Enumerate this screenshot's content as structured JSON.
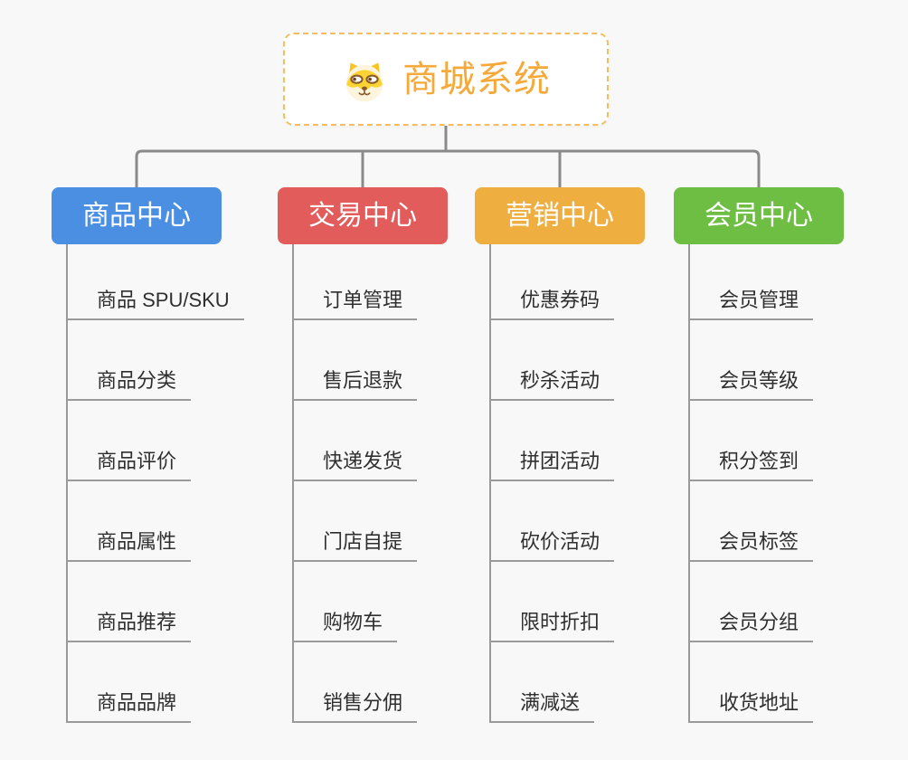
{
  "root": {
    "title": "商城系统",
    "icon": "shiba-dog-icon"
  },
  "branches": [
    {
      "label": "商品中心",
      "color": "#4a8fe2",
      "items": [
        "商品 SPU/SKU",
        "商品分类",
        "商品评价",
        "商品属性",
        "商品推荐",
        "商品品牌"
      ]
    },
    {
      "label": "交易中心",
      "color": "#e25c5c",
      "items": [
        "订单管理",
        "售后退款",
        "快递发货",
        "门店自提",
        "购物车",
        "销售分佣"
      ]
    },
    {
      "label": "营销中心",
      "color": "#eeae40",
      "items": [
        "优惠券码",
        "秒杀活动",
        "拼团活动",
        "砍价活动",
        "限时折扣",
        "满减送"
      ]
    },
    {
      "label": "会员中心",
      "color": "#6ebe44",
      "items": [
        "会员管理",
        "会员等级",
        "积分签到",
        "会员标签",
        "会员分组",
        "收货地址"
      ]
    }
  ],
  "colors": {
    "connector": "#8a8a8a",
    "leaf_line": "#9a9a9a",
    "leaf_text": "#2f2f2f",
    "root_text": "#f5a93b",
    "root_border": "#f3bd62",
    "background": "#f8f8f8"
  }
}
